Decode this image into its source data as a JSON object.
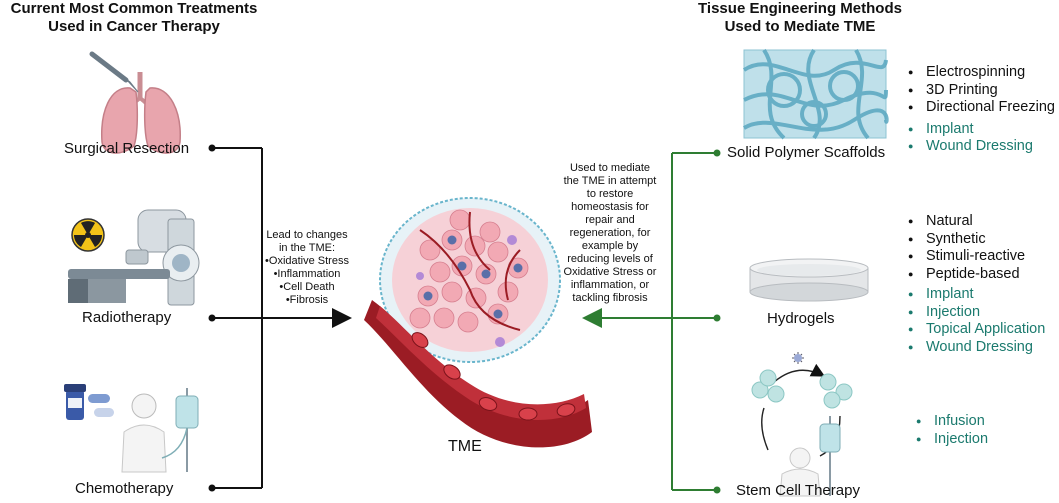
{
  "colors": {
    "green": "#2e7d32",
    "teal_text": "#1b7a6e",
    "connector_dark": "#111111",
    "vessel": "#9b1c24",
    "tumor_pink": "#f2a9b4",
    "fiber_blue": "#69b5cc"
  },
  "left_column": {
    "heading_line1": "Current Most Common Treatments",
    "heading_line2": "Used in Cancer Therapy",
    "treatments": [
      {
        "label": "Surgical Resection",
        "icon": "lungs-scalpel-icon"
      },
      {
        "label": "Radiotherapy",
        "icon": "radiation-machine-icon"
      },
      {
        "label": "Chemotherapy",
        "icon": "iv-drip-patient-icon"
      }
    ],
    "effects_note": {
      "line1": "Lead to changes",
      "line2": "in the TME:",
      "items": [
        "•Oxidative Stress",
        "•Inflammation",
        "•Cell Death",
        "•Fibrosis"
      ]
    }
  },
  "center": {
    "label": "TME",
    "icon": "tumor-microenvironment-icon"
  },
  "right_column": {
    "heading_line1": "Tissue Engineering Methods",
    "heading_line2": "Used to Mediate TME",
    "mediate_note": [
      "Used to mediate",
      "the TME in attempt",
      "to restore",
      "homeostasis for",
      "repair and",
      "regeneration, for",
      "example by",
      "reducing levels of",
      "Oxidative Stress or",
      "inflammation, or",
      "tackling fibrosis"
    ],
    "methods": [
      {
        "label": "Solid Polymer Scaffolds",
        "icon": "fiber-scaffold-icon",
        "techniques": [
          "Electrospinning",
          "3D Printing",
          "Directional Freezing"
        ],
        "applications": [
          "Implant",
          "Wound Dressing"
        ]
      },
      {
        "label": "Hydrogels",
        "icon": "petri-dish-gel-icon",
        "techniques": [
          "Natural",
          "Synthetic",
          "Stimuli-reactive",
          "Peptide-based"
        ],
        "applications": [
          "Implant",
          "Injection",
          "Topical Application",
          "Wound Dressing"
        ]
      },
      {
        "label": "Stem Cell Therapy",
        "icon": "stem-cell-cycle-icon",
        "techniques": [],
        "applications": [
          "Infusion",
          "Injection"
        ]
      }
    ]
  }
}
